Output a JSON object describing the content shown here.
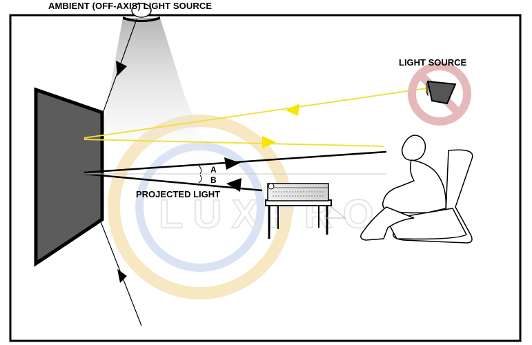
{
  "diagram": {
    "title": "AMBIENT (OFF-AXIS) LIGHT SOURCE",
    "light_source_label": "LIGHT SOURCE",
    "projected_light_label": "PROJECTED LIGHT",
    "angle_a": "A",
    "angle_b": "B",
    "watermark": "LUXPRO",
    "colors": {
      "frame": "#000000",
      "screen": "#5a5a5a",
      "yellow_ray": "#f2e33a",
      "arrow_yellow": "#f5e600",
      "no_sign": "#e8bcbc",
      "watermark_ring_outer": "#f7e3b7",
      "watermark_ring_inner": "#cfdcf1"
    }
  }
}
